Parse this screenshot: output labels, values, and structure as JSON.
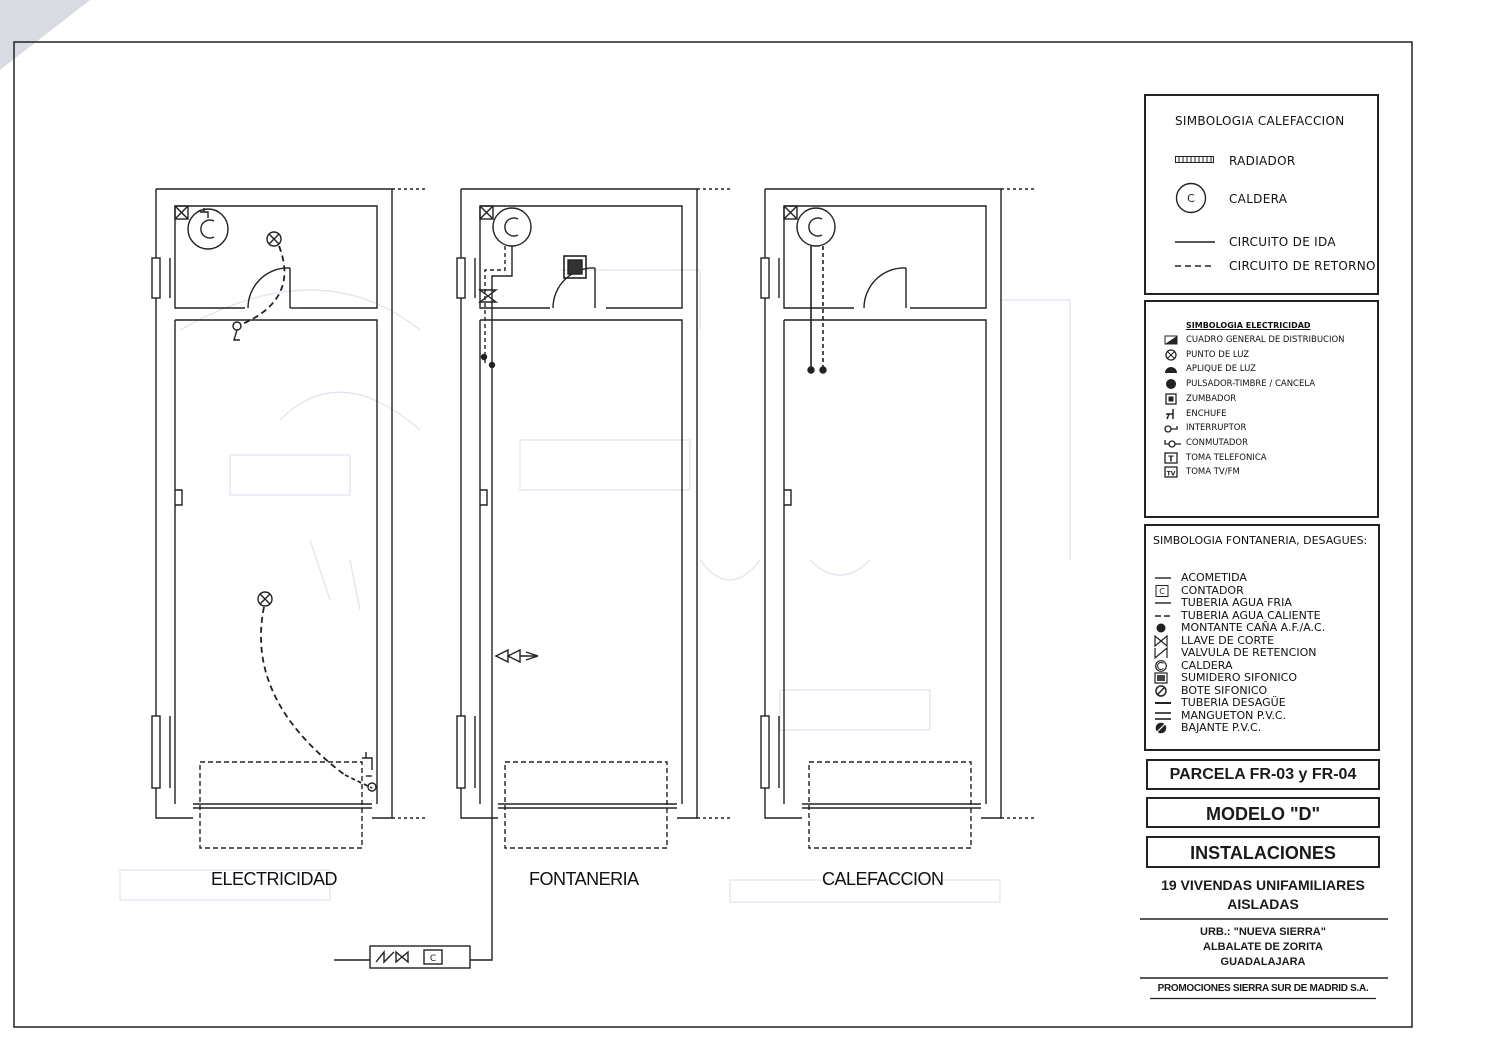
{
  "plans": [
    {
      "title": "ELECTRICIDAD"
    },
    {
      "title": "FONTANERIA"
    },
    {
      "title": "CALEFACCION"
    }
  ],
  "legend_calefaccion": {
    "title": "SIMBOLOGIA CALEFACCION",
    "caldera_symbol": "C",
    "items": [
      "RADIADOR",
      "CALDERA",
      "CIRCUITO DE IDA",
      "CIRCUITO DE RETORNO"
    ]
  },
  "legend_electricidad": {
    "title": "SIMBOLOGIA ELECTRICIDAD",
    "items": [
      {
        "label": "CUADRO GENERAL DE DISTRIBUCION",
        "icon": "distribution-board-icon"
      },
      {
        "label": "PUNTO DE LUZ",
        "icon": "light-point-icon"
      },
      {
        "label": "APLIQUE DE LUZ",
        "icon": "wall-light-icon"
      },
      {
        "label": "PULSADOR-TIMBRE / CANCELA",
        "icon": "push-button-icon"
      },
      {
        "label": "ZUMBADOR",
        "icon": "buzzer-icon"
      },
      {
        "label": "ENCHUFE",
        "icon": "socket-icon"
      },
      {
        "label": "INTERRUPTOR",
        "icon": "switch-icon"
      },
      {
        "label": "CONMUTADOR",
        "icon": "two-way-switch-icon"
      },
      {
        "label": "TOMA TELEFONICA",
        "icon": "phone-outlet-icon",
        "mark": "T"
      },
      {
        "label": "TOMA TV/FM",
        "icon": "tv-outlet-icon",
        "mark": "TV"
      }
    ]
  },
  "legend_fontaneria": {
    "title": "SIMBOLOGIA FONTANERIA, DESAGUES:",
    "contador_symbol": "C",
    "items": [
      {
        "label": "ACOMETIDA",
        "icon": "supply-line-icon"
      },
      {
        "label": "CONTADOR",
        "icon": "meter-icon"
      },
      {
        "label": "TUBERIA AGUA FRIA",
        "icon": "cold-pipe-icon"
      },
      {
        "label": "TUBERIA AGUA CALIENTE",
        "icon": "hot-pipe-icon"
      },
      {
        "label": "MONTANTE CAÑA A.F./A.C.",
        "icon": "riser-icon"
      },
      {
        "label": "LLAVE DE CORTE",
        "icon": "shutoff-valve-icon"
      },
      {
        "label": "VALVULA DE RETENCION",
        "icon": "check-valve-icon"
      },
      {
        "label": "CALDERA",
        "icon": "boiler-icon"
      },
      {
        "label": "SUMIDERO SIFONICO",
        "icon": "siphon-drain-icon"
      },
      {
        "label": "BOTE SIFONICO",
        "icon": "siphon-pot-icon"
      },
      {
        "label": "TUBERIA DESAGÜE",
        "icon": "drain-pipe-icon"
      },
      {
        "label": "MANGUETON P.V.C.",
        "icon": "pvc-sleeve-icon"
      },
      {
        "label": "BAJANTE P.V.C.",
        "icon": "pvc-downpipe-icon"
      }
    ]
  },
  "title_block": {
    "parcela": "PARCELA FR-03 y FR-04",
    "modelo": "MODELO \"D\"",
    "instalaciones": "INSTALACIONES",
    "project_line1": "19 VIVENDAS UNIFAMILIARES",
    "project_line2": "AISLADAS",
    "address_line1": "URB.: \"NUEVA SIERRA\"",
    "address_line2": "ALBALATE DE ZORITA",
    "address_line3": "GUADALAJARA",
    "company": "PROMOCIONES SIERRA SUR DE MADRID S.A."
  },
  "plumbing": {
    "meter_symbol": "C"
  }
}
